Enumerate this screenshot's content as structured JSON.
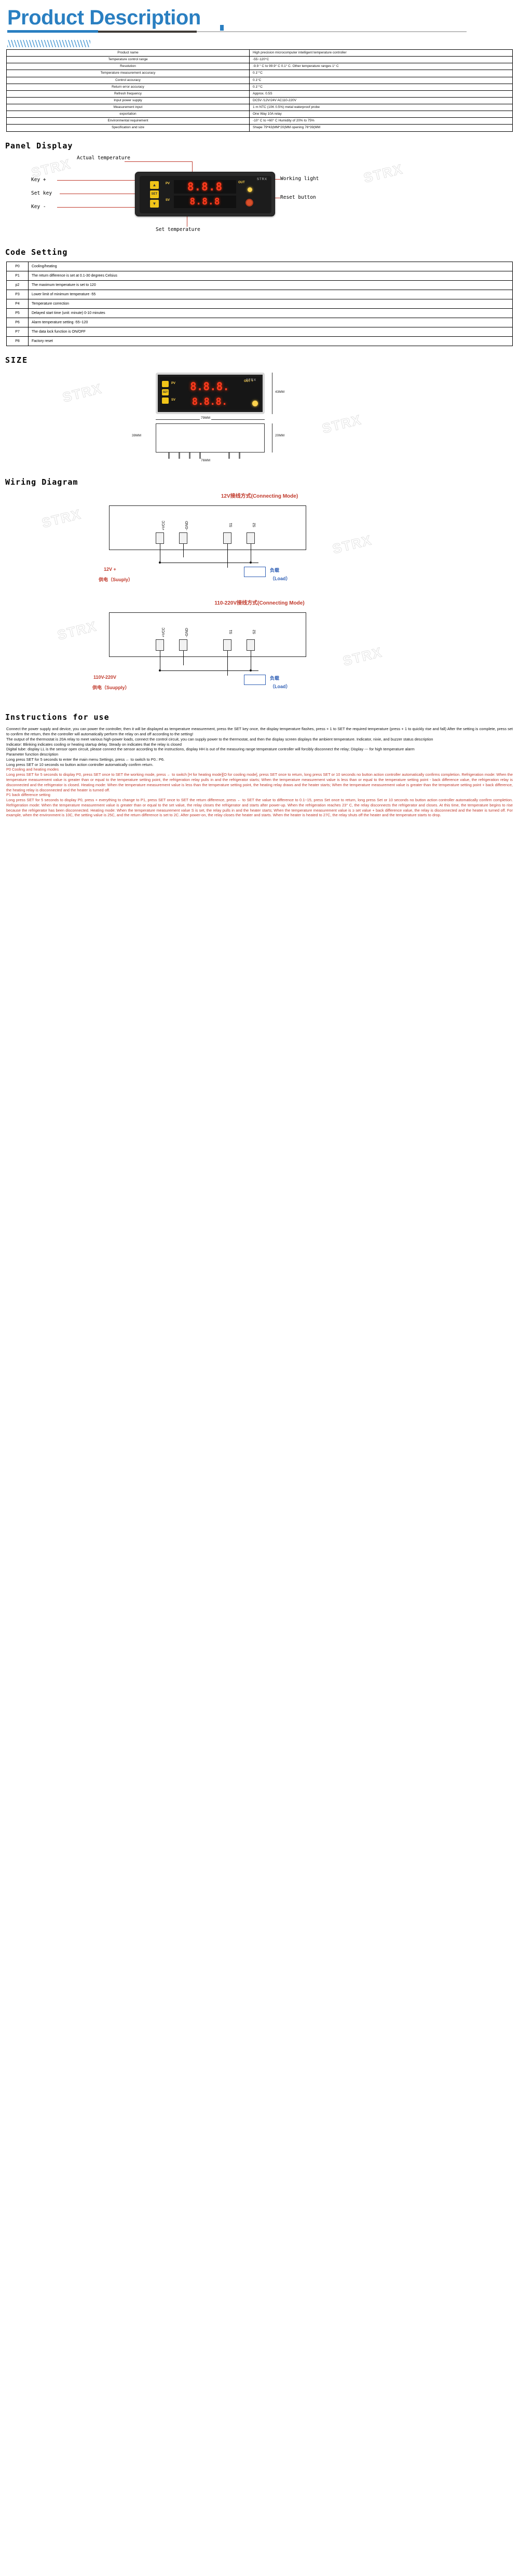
{
  "header": {
    "title": "Product Description",
    "accent_color": "#2a7fc1",
    "rule_dark_color": "#3f3a36",
    "rule_grey_color": "#bdbdbd"
  },
  "watermark": {
    "text": "STRX"
  },
  "spec_table": {
    "rows": [
      {
        "key": "Product name",
        "value": "High precision microcomputer intelligent temperature controller"
      },
      {
        "key": "Temperature control range",
        "value": "-55~120°C"
      },
      {
        "key": "Resolution",
        "value": "-9.9 ° C to 99.9° C 0.1° C. Other temperature ranges 1° C"
      },
      {
        "key": "Temperature measurement accuracy",
        "value": "0.1°°C"
      },
      {
        "key": "Control accuracy",
        "value": "0.1°C"
      },
      {
        "key": "Return error accuracy",
        "value": "0.1°°C"
      },
      {
        "key": "Refresh frequency",
        "value": "Approx. 0.5S"
      },
      {
        "key": "Input power supply",
        "value": "DC5V /12V/24V AC110-220V"
      },
      {
        "key": "Measurement input",
        "value": "1 m NTC (10K 0.5%) metal waterproof probe"
      },
      {
        "key": "exportation",
        "value": "One Way 10A relay"
      },
      {
        "key": "Environmental requirement",
        "value": "-10° C to +60° C Humidity of 20% to 75%"
      },
      {
        "key": "Specification and size",
        "value": "Shape 79*43(MM*20(MM opening 76*39(MM"
      }
    ]
  },
  "panel_display": {
    "heading": "Panel Display",
    "callouts": {
      "actual_temperature": "Actual temperature",
      "key_plus": "Key +",
      "set_key": "Set key",
      "key_minus": "Key -",
      "working_light": "Working light",
      "reset_button": "Reset button",
      "set_temperature": "Set temperature"
    },
    "device": {
      "pv_value": "8.8.8",
      "sv_value": "8.8.8",
      "pv_tag": "PV",
      "sv_tag": "SV",
      "out_tag": "OUT",
      "brand": "STRX",
      "btn_up": "▲",
      "btn_set": "SET",
      "btn_down": "▼"
    }
  },
  "code_setting": {
    "heading": "Code Setting",
    "rows": [
      {
        "code": "P0",
        "desc": "Cooling/heating"
      },
      {
        "code": "P1",
        "desc": "The return difference is set at 0.1-30 degrees Celsius"
      },
      {
        "code": "p2",
        "desc": "The maximum temperature is set to 120"
      },
      {
        "code": "P3",
        "desc": "Lower limit of minimum temperature -55"
      },
      {
        "code": "P4",
        "desc": "Temperature correction"
      },
      {
        "code": "P5",
        "desc": "Delayed start time (unit: minute) 0-10 minutes"
      },
      {
        "code": "P6",
        "desc": "Alarm temperature setting -55~120"
      },
      {
        "code": "P7",
        "desc": "The data lock function is ON/OFF"
      },
      {
        "code": "P8",
        "desc": "Factory reset"
      }
    ]
  },
  "size_section": {
    "heading": "SIZE",
    "device": {
      "pv_value": "8.8.8.",
      "sv_value": "8.8.8.",
      "pv_tag": "PV",
      "sv_tag": "SV",
      "out_tag": "OUT +",
      "brand": "STRX",
      "set_tag": "SET"
    },
    "dimensions": {
      "width": "79MM",
      "height": "43MM",
      "depth": "20MM",
      "opening_w": "76MM",
      "opening_h": "39MM"
    }
  },
  "wiring": {
    "heading": "Wiring Diagram",
    "diagram_12v": {
      "title": "12V接线方式(Connecting  Mode)",
      "terminals": [
        "+VCC",
        "-GND",
        "S1",
        "S2"
      ],
      "supply_label": "12V +",
      "supply_sub": "供电（Suuply）",
      "load_label": "负载",
      "load_sub": "（Load）"
    },
    "diagram_110v": {
      "title": "110-220V接线方式(Connecting  Mode)",
      "terminals": [
        "+VCC",
        "-GND",
        "S1",
        "S2"
      ],
      "supply_label": "110V-220V",
      "supply_sub": "供电（Suupply）",
      "load_label": "负载",
      "load_sub": "（Load）"
    }
  },
  "instructions": {
    "heading": "Instructions for use",
    "paragraphs": [
      {
        "red": false,
        "text": "Connect the power supply and device, you can power the controller, then it will be displayed as temperature measurement, press the SET key once, the display temperature flashes, press + 1 to SET the required temperature (press + 1 to quickly rise and fall) After the setting is complete, press set to confirm the return, then the controller will automatically perform the relay on and off according to the setting!"
      },
      {
        "red": false,
        "text": "The output of the thermostat is 20A relay to meet various high-power loads, connect the control circuit, you can supply power to the thermostat, and then the display screen displays the ambient temperature. Indicator, nixie, and buzzer status description"
      },
      {
        "red": false,
        "text": "Indicator: Blinking indicates cooling or heating startup delay. Steady on indicates that the relay is closed"
      },
      {
        "red": false,
        "text": "Digital tube: display LL is the sensor open circuit, please connect the sensor according to the instructions, display HH is out of the measuring range temperature controller will forcibly disconnect the relay; Display --- for high temperature alarm"
      },
      {
        "red": false,
        "text": "Parameter function description"
      },
      {
        "red": false,
        "text": "Long press SET for 5 seconds to enter the main menu Settings, press ← to switch to P0.: P6."
      },
      {
        "red": false,
        "text": "Long press SET or 10 seconds no button action controller automatically confirm return."
      },
      {
        "red": true,
        "text": "P0 Cooling and heating modes"
      },
      {
        "red": true,
        "text": "Long press SET for 5 seconds to display P0, press SET once to SET the working mode, press ← to switch [H for heating mode][O for cooling mode], press SET once to return, long press SET or 10 seconds no button action controller automatically confirms completion. Refrigeration mode: When the temperature measurement value is greater than or equal to the temperature setting point, the refrigeration relay pulls in and the refrigerator starts; When the temperature measurement value is less than or equal to the temperature setting point - back difference value, the refrigeration relay is disconnected and the refrigerator is closed. Heating mode: When the temperature measurement value is less than the temperature setting point, the heating relay draws and the heater starts; When the temperature measurement value is greater than the temperature setting point + back difference, the heating relay is disconnected and the heater is turned off."
      },
      {
        "red": true,
        "text": "P1 back difference setting"
      },
      {
        "red": true,
        "text": "Long press SET for 5 seconds to display P0, press + everything to change to P1, press SET once to SET the return difference, press ← to SET the value to difference to 0.1~15, press Set once to return, long press Set or 10 seconds no button action controller automatically confirm completion. Refrigeration mode: When the temperature measurement value is greater than or equal to the set value, the relay closes the refrigerator and starts after power-up. When the refrigeration reaches 23° C, the relay disconnects the refrigerator and closes. At this time, the temperature begins to rise because the refrigerator has been disconnected. Heating mode: When the temperature measurement value S is set, the relay pulls in and the heater starts; When the temperature measurement value is ≥ set value + back difference value, the relay is disconnected and the heater is turned off. For example, when the environment is 10C, the setting value is 25C, and the return difference is set to 2C. After power-on, the relay closes the heater and starts. When the heater is heated to 27C, the relay shuts off the heater and the temperature starts to drop."
      }
    ]
  }
}
